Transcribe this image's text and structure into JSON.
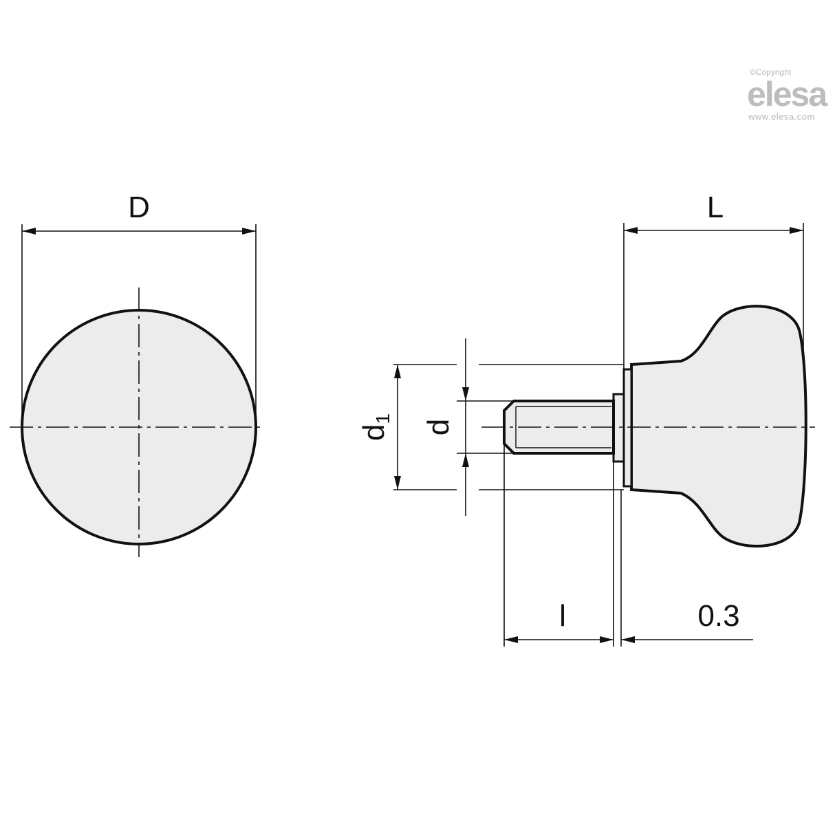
{
  "watermark": {
    "copyright": "©Copyright",
    "logo": "elesa",
    "url": "www.elesa.com"
  },
  "dimensions": {
    "D": "D",
    "L": "L",
    "d1_main": "d",
    "d1_sub": "1",
    "d": "d",
    "l": "l",
    "tolerance": "0.3"
  },
  "colors": {
    "fill": "#ececec",
    "stroke": "#111111"
  }
}
